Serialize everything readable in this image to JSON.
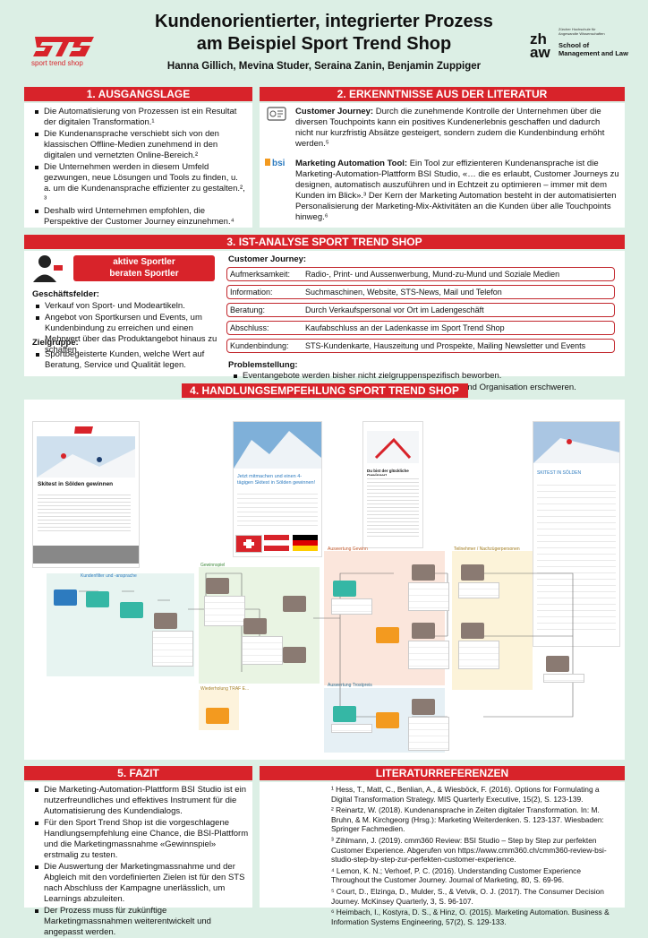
{
  "header": {
    "title_line1": "Kundenorientierter, integrierter Prozess",
    "title_line2": "am Beispiel Sport Trend Shop",
    "authors": "Hanna Gillich, Mevina Studer, Seraina Zanin, Benjamin Zuppiger",
    "sts_logo_text": "sport trend shop",
    "zhaw_word": "zh aw",
    "zhaw_tiny": "Zürcher Hochschule für Angewandte Wissenschaften",
    "zhaw_school": "School of Management and Law"
  },
  "colors": {
    "accent": "#d8232a",
    "background": "#dcefe5"
  },
  "s1": {
    "title": "1. AUSGANGSLAGE",
    "items": [
      "Die Automatisierung von Prozessen ist ein Resultat der digitalen Transformation.¹",
      "Die Kundenansprache verschiebt sich von den klassischen Offline-Medien zunehmend in den digitalen und vernetzten Online-Bereich.²",
      "Die Unternehmen werden in diesem Umfeld gezwungen, neue Lösungen und Tools zu finden, u. a. um die Kundenansprache effizienter zu gestalten.², ³",
      "Deshalb wird Unternehmen empfohlen, die Perspektive der Customer Journey einzunehmen.⁴"
    ]
  },
  "s2": {
    "title": "2. ERKENNTNISSE AUS DER LITERATUR",
    "cj_label": "Customer Journey:",
    "cj_text": " Durch die zunehmende Kontrolle der Unternehmen über die diversen Touchpoints kann ein positives Kundenerlebnis geschaffen und dadurch nicht nur kurzfristig Absätze gesteigert, sondern zudem die Kundenbindung erhöht werden.⁵",
    "bsi_logo": "bsi",
    "ma_label": "Marketing Automation Tool:",
    "ma_text": " Ein Tool zur effizienteren Kundenansprache ist die Marketing-Automation-Plattform BSI Studio, «… die es erlaubt, Customer Journeys zu designen, automatisch auszuführen und in Echtzeit zu optimieren – immer mit dem Kunden im Blick».³ Der Kern der Marketing Automation besteht in der automatisierten Personalisierung der Marketing-Mix-Aktivitäten an die Kunden über alle Touchpoints hinweg.⁶"
  },
  "s3": {
    "title": "3. IST-ANALYSE SPORT TREND SHOP",
    "persona_line1": "aktive Sportler",
    "persona_line2": "beraten Sportler",
    "gf_label": "Geschäftsfelder:",
    "gf_items": [
      "Verkauf von Sport- und Modeartikeln.",
      "Angebot von Sportkursen und Events, um Kundenbindung zu erreichen und einen Mehrwert über das Produktangebot hinaus zu schaffen."
    ],
    "zg_label": "Zielgruppe:",
    "zg_items": [
      "Sportbegeisterte Kunden, welche Wert auf Beratung, Service und Qualität legen."
    ],
    "cj_label": "Customer Journey:",
    "journey": [
      {
        "k": "Aufmerksamkeit:",
        "v": "Radio-, Print- und Aussenwerbung, Mund-zu-Mund und Soziale Medien"
      },
      {
        "k": "Information:",
        "v": "Suchmaschinen, Website, STS-News, Mail und Telefon"
      },
      {
        "k": "Beratung:",
        "v": "Durch Verkaufspersonal vor Ort im Ladengeschäft"
      },
      {
        "k": "Abschluss:",
        "v": "Kaufabschluss an der Ladenkasse im Sport Trend Shop"
      },
      {
        "k": "Kundenbindung:",
        "v": "STS-Kundenkarte, Hauszeitung und Prospekte, Mailing Newsletter und Events"
      }
    ],
    "ps_label": "Problemstellung:",
    "ps_items": [
      "Eventangebote werden bisher nicht zielgruppenspezifisch beworben.",
      "Meist kurzfristige Eventanmeldungen, welche die Planung und Organisation erschweren."
    ]
  },
  "s4": {
    "title": "4. HANDLUNGSEMPFEHLUNG SPORT TREND SHOP",
    "shot1_title": "Skitest in Sölden gewinnen",
    "shot2_caption": "Jetzt mitmachen und einen 4-tägigen Skitest in Sölden gewinnen!",
    "shot3_title": "Du bist der glückliche Gewinner!",
    "shot4_title": "SKITEST IN SÖLDEN",
    "zone_labels": [
      "Kundenfilter und -ansprache",
      "Gewinnspiel",
      "Auswertung Gewinn",
      "Teilnehmer / Nachzügerpersonen",
      "Auswertung Trostpreis",
      "Wiederholung TRAF E..."
    ]
  },
  "s5": {
    "title": "5. FAZIT",
    "items": [
      "Die Marketing-Automation-Plattform BSI Studio ist ein nutzerfreundliches und effektives Instrument für die Automatisierung des Kundendialogs.",
      "Für den Sport Trend Shop ist die vorgeschlagene Handlungsempfehlung eine Chance, die BSI-Plattform und die Marketingmassnahme «Gewinnspiel» erstmalig zu testen.",
      "Die Auswertung der Marketingmassnahme und der Abgleich mit den vordefinierten Zielen ist für den STS nach Abschluss der Kampagne unerlässlich, um Learnings abzuleiten.",
      "Der Prozess muss für zukünftige Marketingmassnahmen weiterentwickelt und angepasst werden."
    ]
  },
  "s6": {
    "title": "LITERATURREFERENZEN",
    "refs": [
      "¹ Hess, T., Matt, C., Benlian, A., & Wiesböck, F. (2016). Options for Formulating a Digital Transformation Strategy. MIS Quarterly Executive, 15(2), S. 123-139.",
      "² Reinartz, W. (2018). Kundenansprache in Zeiten digitaler Transformation. In: M. Bruhn, & M. Kirchgeorg (Hrsg.): Marketing Weiterdenken. S. 123-137. Wiesbaden: Springer Fachmedien.",
      "³ Zihlmann, J. (2019). cmm360 Review: BSI Studio – Step by Step zur perfekten Customer Experience. Abgerufen von https://www.cmm360.ch/cmm360-review-bsi-studio-step-by-step-zur-perfekten-customer-experience.",
      "⁴ Lemon, K. N.; Verhoef, P. C. (2016). Understanding Customer Experience Throughout the Customer Journey. Journal of Marketing, 80, S. 69-96.",
      "⁵ Court, D., Elzinga, D., Mulder, S., & Vetvik, O. J. (2017). The Consumer Decision Journey. McKinsey Quarterly, 3, S. 96-107.",
      "⁶ Heimbach, I., Kostyra, D. S., & Hinz, O. (2015). Marketing Automation. Business & Information Systems Engineering, 57(2), S. 129-133."
    ]
  }
}
